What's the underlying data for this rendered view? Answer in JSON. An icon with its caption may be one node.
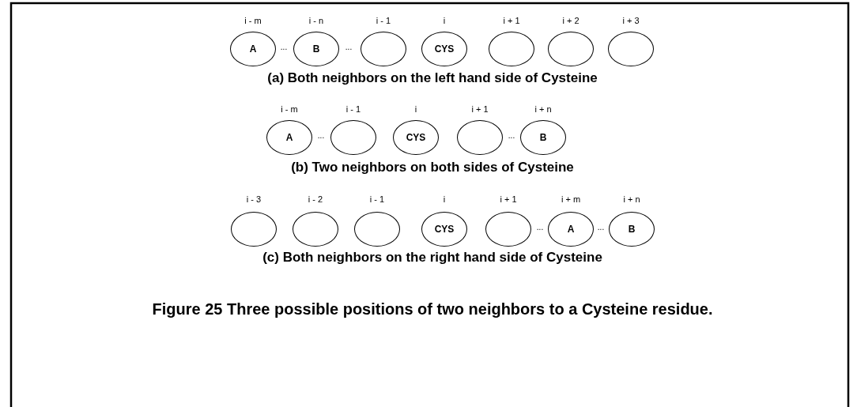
{
  "diagram": {
    "caption": "Figure 25 Three possible positions of two neighbors to a Cysteine residue.",
    "nodes": [
      {
        "text": [
          "A"
        ],
        "beside": [
          "i - m"
        ]
      },
      {
        "text": [
          "B"
        ],
        "beside": [
          "i - n"
        ]
      },
      {
        "text": [],
        "shape": "circle",
        "beside": [
          "i - 1"
        ]
      },
      {
        "text": [
          "CYS"
        ],
        "beside": [
          "i"
        ]
      },
      {
        "text": [],
        "shape": "circle",
        "beside": [
          "i + 1"
        ]
      },
      {
        "text": [],
        "shape": "circle",
        "beside": [
          "i + 2"
        ]
      },
      {
        "text": [],
        "shape": "circle",
        "beside": [
          "i + 3"
        ]
      },
      {
        "text": [
          "A"
        ],
        "beside": [
          "i - m"
        ]
      },
      {
        "text": [],
        "shape": "circle",
        "beside": [
          "i - 1"
        ]
      },
      {
        "text": [
          "CYS"
        ],
        "beside": [
          "i"
        ]
      },
      {
        "text": [],
        "shape": "circle",
        "beside": [
          "i + 1"
        ]
      },
      {
        "text": [
          "B"
        ],
        "beside": [
          "i + n"
        ]
      },
      {
        "text": [],
        "shape": "circle",
        "beside": [
          "i - 3"
        ]
      },
      {
        "text": [],
        "shape": "circle",
        "beside": [
          "i - 2"
        ]
      },
      {
        "text": [],
        "shape": "circle",
        "beside": [
          "i - 1"
        ]
      },
      {
        "text": [
          "CYS"
        ],
        "beside": [
          "i"
        ]
      },
      {
        "text": [],
        "shape": "circle",
        "beside": [
          "i + 1"
        ]
      },
      {
        "text": [
          "A"
        ],
        "beside": [
          "i + m"
        ]
      },
      {
        "text": [
          "B"
        ],
        "beside": [
          "i + n"
        ]
      }
    ],
    "labels": [
      "...",
      "...",
      "(a) Both neighbors on the left hand side of Cysteine",
      "...",
      "...",
      "(b) Two neighbors on both sides of Cysteine",
      "...",
      "...",
      "(c) Both neighbors on the right hand side of Cysteine"
    ]
  }
}
